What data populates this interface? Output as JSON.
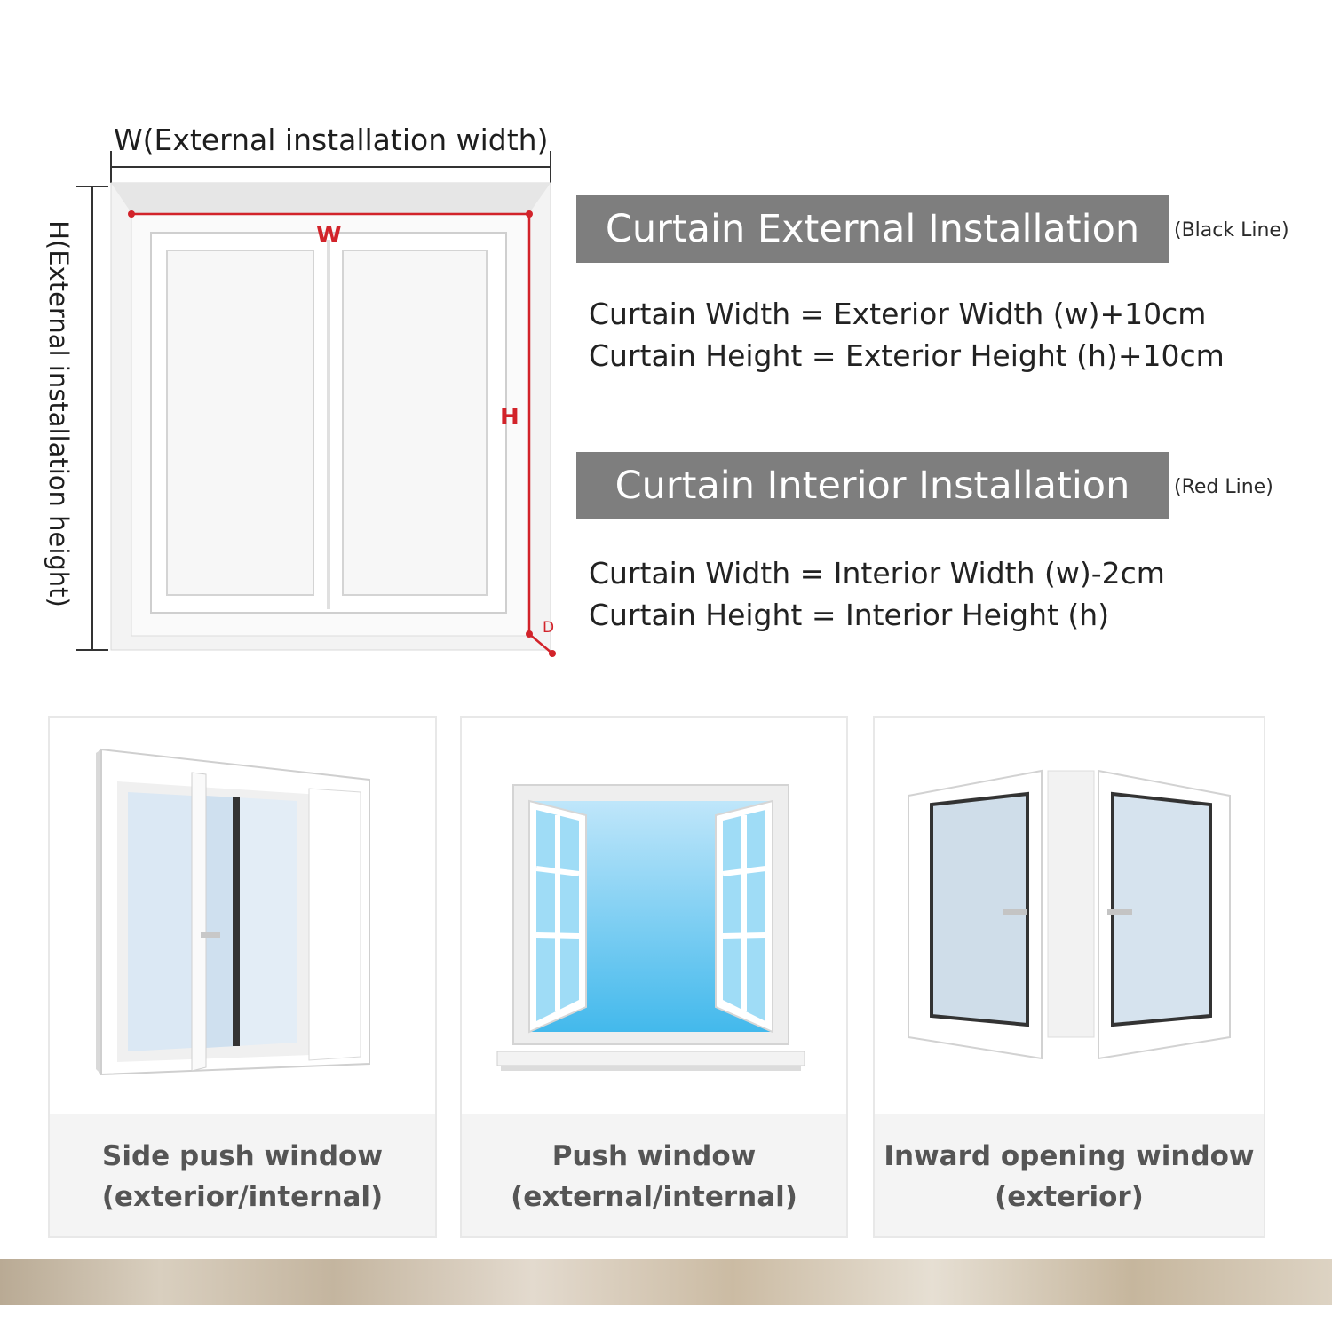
{
  "diagram": {
    "width_label": "W(External installation width)",
    "height_label": "H(External installation height)",
    "inner_width_letter": "W",
    "inner_height_letter": "H",
    "depth_letter": "D",
    "colors": {
      "red_line": "#d2232a",
      "black_line": "#333333"
    }
  },
  "external": {
    "title": "Curtain External Installation",
    "note": "(Black Line)",
    "formulas": [
      "Curtain Width = Exterior Width (w)+10cm",
      "Curtain Height = Exterior Height (h)+10cm"
    ]
  },
  "interior": {
    "title": "Curtain Interior Installation",
    "note": "(Red Line)",
    "formulas": [
      "Curtain Width = Interior Width (w)-2cm",
      "Curtain Height = Interior Height (h)"
    ]
  },
  "window_types": [
    {
      "name": "Side push window",
      "mode": "(exterior/internal)",
      "icon": "sliding-window-icon"
    },
    {
      "name": "Push window",
      "mode": "(external/internal)",
      "icon": "casement-window-icon"
    },
    {
      "name": "Inward opening window",
      "mode": "(exterior)",
      "icon": "inward-window-icon"
    }
  ],
  "theme": {
    "banner": "#7e7e7e",
    "caption_bg": "#f4f4f4",
    "sky": "#7fcff2"
  }
}
